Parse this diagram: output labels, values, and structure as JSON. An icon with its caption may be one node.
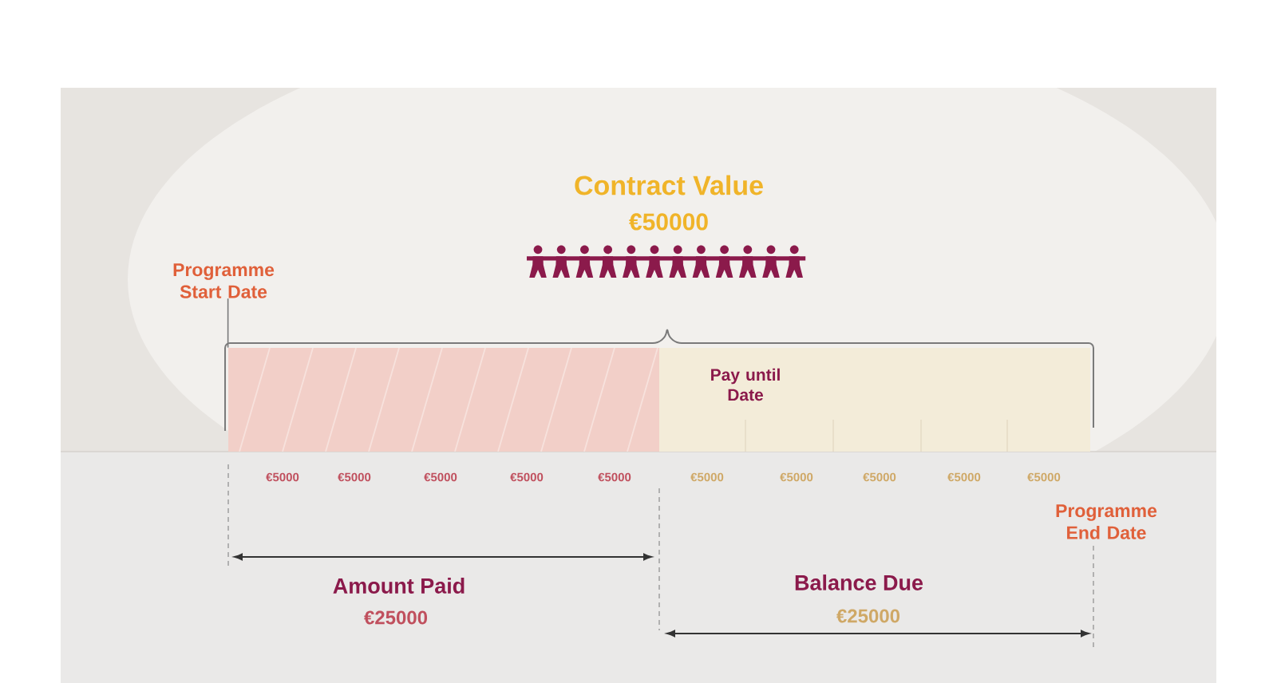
{
  "diagram": {
    "title": "Contract Value",
    "nodes": [
      {
        "text": [
          "Programme Start Date"
        ]
      },
      {
        "text": [],
        "shape": "bar"
      },
      {
        "text": [
          "Pay until Date"
        ]
      }
    ],
    "edges": [
      {
        "from": 0,
        "to": 1,
        "arrow": "none"
      }
    ],
    "labels": [
      "€50000",
      "€5000",
      "€5000",
      "€5000",
      "€5000",
      "€5000",
      "€5000",
      "€5000",
      "€5000",
      "€5000",
      "€5000",
      "Programme End Date",
      "Amount Paid",
      "€25000",
      "Balance Due",
      "€25000"
    ]
  }
}
